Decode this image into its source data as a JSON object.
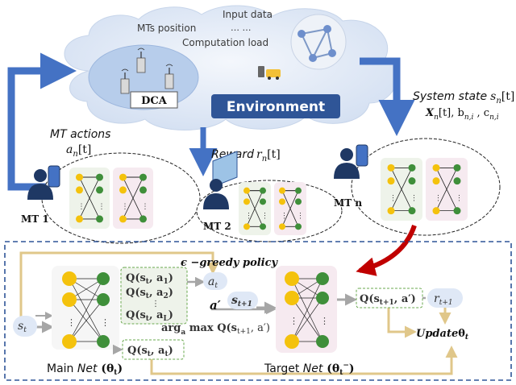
{
  "cloud": {
    "mts_position": "MTs position",
    "input_data": "Input data",
    "ellipsis": "… …",
    "computation_load": "Computation load",
    "dca": "DCA",
    "environment": "Environment"
  },
  "labels": {
    "mt_actions": "MT actions",
    "mt_actions_var": "a",
    "mt_actions_sub": "n",
    "mt_actions_arg": "[t]",
    "reward_word": "Reward",
    "reward_var": "r",
    "reward_sub": "n",
    "reward_arg": "[t]",
    "system_state": "System state",
    "system_state_var": "s",
    "system_state_sub": "n",
    "system_state_arg": "[t]",
    "state_detail_X": "X",
    "state_detail_Xsub": "n",
    "state_detail_rest": "[t], b",
    "state_detail_bsub": "n,i",
    "state_detail_c": " , c",
    "state_detail_csub": "n,i",
    "mt1": "MT 1",
    "mt2": "MT 2",
    "mtn": "MT n"
  },
  "dqn": {
    "policy": "ϵ −greedy policy",
    "q1": "Q(s",
    "q1_sub": "t",
    "q1_rest": ", a",
    "q1_asub": "1",
    "q2_asub": "2",
    "qL_asub": "L",
    "dots": "⋮",
    "a_t": "a",
    "a_t_sub": "t",
    "a_prime": "a′",
    "s_t1": "s",
    "s_t1_sub": "t+1",
    "argmax": "arg",
    "argmax_sub": "a",
    "argmax_rest": " max Q(s",
    "argmax_rest_sub": "t+1",
    "argmax_end": ", a′)",
    "q_target": "Q(s",
    "q_target_sub": "t+1",
    "q_target_end": ", a′)",
    "r_t1": "r",
    "r_t1_sub": "t+1",
    "s_t": "s",
    "s_t_sub": "t",
    "q_main": "Q(s",
    "q_main_sub": "t",
    "q_main_end": ", a",
    "q_main_asub": "t",
    "q_close": ")",
    "main_net_a": "Main ",
    "main_net_b": "Net",
    "main_net_c": " (θ",
    "main_net_sub": "t",
    "main_net_d": ")",
    "target_net_a": "Target ",
    "target_net_b": "Net",
    "target_net_c": " (θ",
    "target_net_sub": "t",
    "target_net_sup": "−",
    "target_net_d": ")",
    "update": "Update",
    "update_theta": "θ",
    "update_sub": "t"
  },
  "colors": {
    "arrow_blue": "#4472c4",
    "cloud_fill": "#dfe8f6",
    "env_fill": "#2f5597",
    "node_yellow": "#f4c20d",
    "node_green": "#3f8f3a",
    "net_green_bg": "#eef3ea",
    "net_pink_bg": "#f6eaf0",
    "red_arrow": "#c00000",
    "flow_tan": "#e0c78a",
    "flow_gray": "#a6a6a6"
  }
}
